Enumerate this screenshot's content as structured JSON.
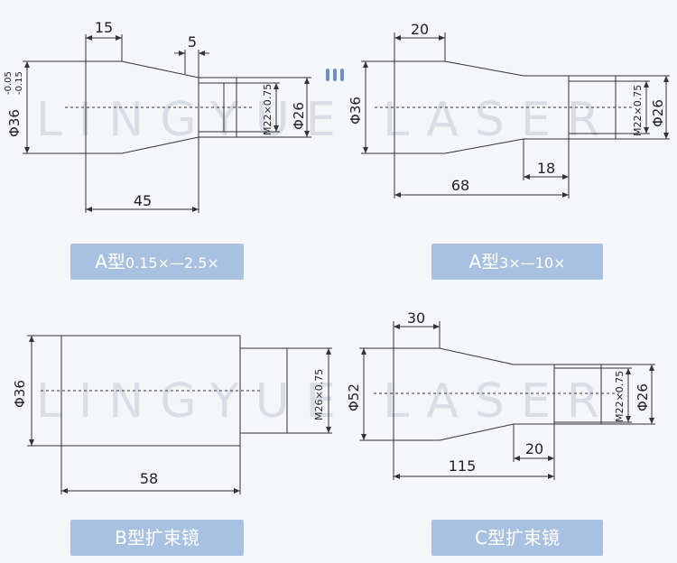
{
  "watermark": "LINGYUE LASER",
  "panels": {
    "a1": {
      "label_main": "A型",
      "label_sub": "0.15×—2.5×",
      "dims": {
        "top_len": "15",
        "taper_len": "5",
        "dia_main": "Φ36",
        "tol_upper": "-0.05",
        "tol_lower": "-0.15",
        "thread": "M22×0.75",
        "dia_small": "Φ26",
        "total_len": "45"
      }
    },
    "a2": {
      "label_main": "A型",
      "label_sub": "3×—10×",
      "dims": {
        "top_len": "20",
        "dia_main": "Φ36",
        "thread": "M22×0.75",
        "dia_small": "Φ26",
        "step_len": "18",
        "total_len": "68"
      }
    },
    "b": {
      "label_main": "B型扩束镜",
      "dims": {
        "dia_main": "Φ36",
        "thread": "M26×0.75",
        "total_len": "58"
      }
    },
    "c": {
      "label_main": "C型扩束镜",
      "dims": {
        "top_len": "30",
        "dia_main": "Φ52",
        "thread": "M22×0.75",
        "dia_small": "Φ26",
        "step_len": "20",
        "total_len": "115"
      }
    }
  },
  "colors": {
    "line": "#333333",
    "label_bg": "#a9c1e0",
    "label_text": "#ffffff",
    "dots": "#6f8fc4"
  }
}
